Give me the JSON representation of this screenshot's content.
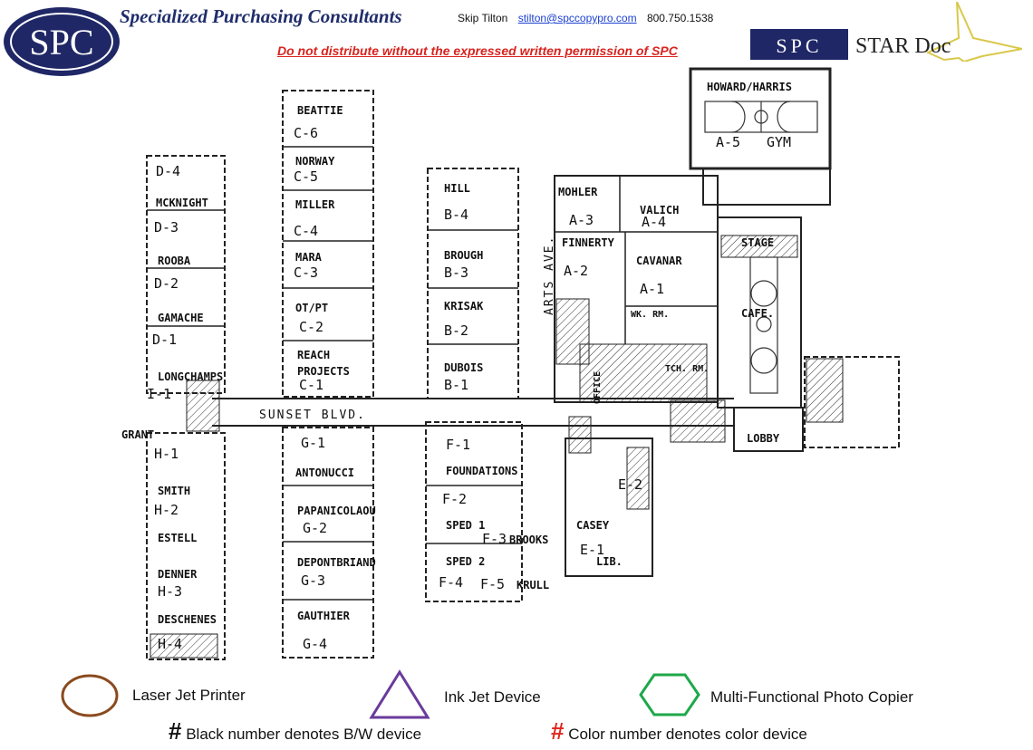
{
  "header": {
    "company": "Specialized Purchasing Consultants",
    "contact_name": "Skip Tilton",
    "contact_email": "stilton@spccopypro.com",
    "contact_phone": "800.750.1538",
    "warning": "Do not distribute without the expressed written permission of SPC",
    "logo_text": "SPC",
    "star_logo_spc": "SPC",
    "star_logo_product": "STAR Doc"
  },
  "map": {
    "streets": {
      "main": "SUNSET BLVD.",
      "side": "ARTS AVE."
    },
    "rooms": [
      {
        "id": "d4",
        "code": "D-4"
      },
      {
        "id": "mcknight",
        "label": "MCKNIGHT"
      },
      {
        "id": "d3",
        "code": "D-3"
      },
      {
        "id": "rooba",
        "label": "ROOBA"
      },
      {
        "id": "d2",
        "code": "D-2"
      },
      {
        "id": "gamache",
        "label": "GAMACHE"
      },
      {
        "id": "d1",
        "code": "D-1"
      },
      {
        "id": "longchamps",
        "label": "LONGCHAMPS"
      },
      {
        "id": "i1",
        "code": "I-1"
      },
      {
        "id": "grant",
        "label": "GRANT"
      },
      {
        "id": "h1",
        "code": "H-1"
      },
      {
        "id": "smith",
        "label": "SMITH"
      },
      {
        "id": "h2",
        "code": "H-2"
      },
      {
        "id": "estell",
        "label": "ESTELL"
      },
      {
        "id": "denner",
        "label": "DENNER"
      },
      {
        "id": "h3",
        "code": "H-3"
      },
      {
        "id": "deschenes",
        "label": "DESCHENES"
      },
      {
        "id": "h4",
        "code": "H-4"
      },
      {
        "id": "beattie",
        "label": "BEATTIE"
      },
      {
        "id": "c6",
        "code": "C-6"
      },
      {
        "id": "norway",
        "label": "NORWAY"
      },
      {
        "id": "c5",
        "code": "C-5"
      },
      {
        "id": "miller",
        "label": "MILLER"
      },
      {
        "id": "c4",
        "code": "C-4"
      },
      {
        "id": "mara",
        "label": "MARA"
      },
      {
        "id": "c3",
        "code": "C-3"
      },
      {
        "id": "otpt",
        "label": "OT/PT"
      },
      {
        "id": "c2",
        "code": "C-2"
      },
      {
        "id": "reach",
        "label": "REACH"
      },
      {
        "id": "projects",
        "label": "PROJECTS"
      },
      {
        "id": "c1",
        "code": "C-1"
      },
      {
        "id": "g1",
        "code": "G-1"
      },
      {
        "id": "antonucci",
        "label": "ANTONUCCI"
      },
      {
        "id": "papanicolaou",
        "label": "PAPANICOLAOU"
      },
      {
        "id": "g2",
        "code": "G-2"
      },
      {
        "id": "depontbriand",
        "label": "DEPONTBRIAND"
      },
      {
        "id": "g3",
        "code": "G-3"
      },
      {
        "id": "gauthier",
        "label": "GAUTHIER"
      },
      {
        "id": "g4",
        "code": "G-4"
      },
      {
        "id": "hill",
        "label": "HILL"
      },
      {
        "id": "b4",
        "code": "B-4"
      },
      {
        "id": "brough",
        "label": "BROUGH"
      },
      {
        "id": "b3",
        "code": "B-3"
      },
      {
        "id": "krisak",
        "label": "KRISAK"
      },
      {
        "id": "b2",
        "code": "B-2"
      },
      {
        "id": "dubois",
        "label": "DUBOIS"
      },
      {
        "id": "b1",
        "code": "B-1"
      },
      {
        "id": "f1",
        "code": "F-1"
      },
      {
        "id": "foundations",
        "label": "FOUNDATIONS"
      },
      {
        "id": "f2",
        "code": "F-2"
      },
      {
        "id": "sped1",
        "label": "SPED 1"
      },
      {
        "id": "f3",
        "code": "F-3"
      },
      {
        "id": "brooks",
        "label": "BROOKS"
      },
      {
        "id": "sped2",
        "label": "SPED 2"
      },
      {
        "id": "f4",
        "code": "F-4"
      },
      {
        "id": "f5",
        "code": "F-5"
      },
      {
        "id": "krull",
        "label": "KRULL"
      },
      {
        "id": "mohler",
        "label": "MOHLER"
      },
      {
        "id": "a3",
        "code": "A-3"
      },
      {
        "id": "valich",
        "label": "VALICH"
      },
      {
        "id": "a4",
        "code": "A-4"
      },
      {
        "id": "finnerty",
        "label": "FINNERTY"
      },
      {
        "id": "a2",
        "code": "A-2"
      },
      {
        "id": "cavanar",
        "label": "CAVANAR"
      },
      {
        "id": "a1",
        "code": "A-1"
      },
      {
        "id": "wkrm",
        "label": "WK. RM."
      },
      {
        "id": "office",
        "label": "OFFICE"
      },
      {
        "id": "tchrm",
        "label": "TCH. RM."
      },
      {
        "id": "howardharris",
        "label": "HOWARD/HARRIS"
      },
      {
        "id": "a5",
        "code": "A-5"
      },
      {
        "id": "gym",
        "code": "GYM"
      },
      {
        "id": "stage",
        "label": "STAGE"
      },
      {
        "id": "cafe",
        "label": "CAFE."
      },
      {
        "id": "lobby",
        "label": "LOBBY"
      },
      {
        "id": "casey",
        "label": "CASEY"
      },
      {
        "id": "e1",
        "code": "E-1"
      },
      {
        "id": "lib",
        "label": "LIB."
      },
      {
        "id": "e2",
        "code": "E-2"
      }
    ]
  },
  "legend": {
    "laser": "Laser Jet Printer",
    "inkjet": "Ink Jet Device",
    "mfp": "Multi-Functional Photo Copier",
    "hash": "#",
    "bw_note": "Black number denotes B/W device",
    "color_note": "Color number denotes color device",
    "colors": {
      "laser": "#8a4a1e",
      "inkjet": "#6a3a9c",
      "mfp": "#1ea84a",
      "color_hash": "#e1261c"
    }
  }
}
